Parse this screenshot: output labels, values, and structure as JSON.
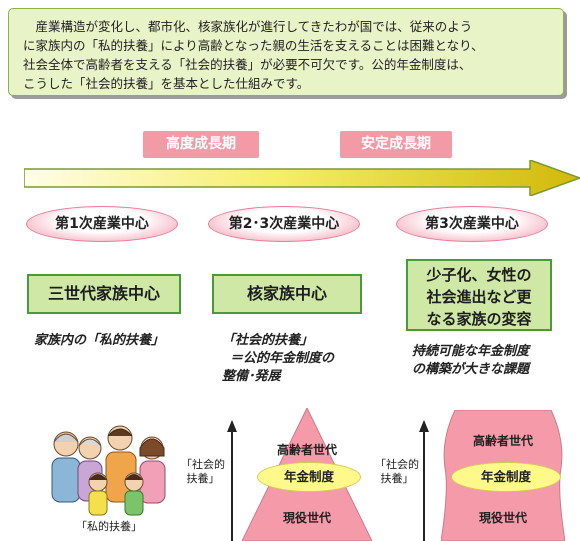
{
  "intro": {
    "lines": [
      "　産業構造が変化し、都市化、核家族化が進行してきたわが国では、従来のよう",
      "に家族内の「私的扶養」により高齢となった親の生活を支えることは困難となり、",
      "社会全体で高齢者を支える「社会的扶養」が必要不可欠です。公的年金制度は、",
      "こうした「社会的扶養」を基本とした仕組みです。"
    ]
  },
  "periods": [
    "高度成長期",
    "安定成長期"
  ],
  "eras": [
    {
      "industry": "第1次産業中心",
      "family": "三世代家族中心",
      "support_lines": [
        "家族内の「私的扶養」"
      ]
    },
    {
      "industry": "第2･3次産業中心",
      "family": "核家族中心",
      "support_lines": [
        "「社会的扶養」",
        "＝公的年金制度の",
        "整備･発展"
      ]
    },
    {
      "industry": "第3次産業中心",
      "family_lines": [
        "少子化、女性の",
        "社会進出など更",
        "なる家族の変容"
      ],
      "support_lines": [
        "持続可能な年金制度",
        "の構築が大きな課題"
      ]
    }
  ],
  "bottom": {
    "private_label": "「私的扶養」",
    "social_label_lines": [
      "「社会的",
      "扶養」"
    ],
    "elderly": "高齢者世代",
    "pension": "年金制度",
    "working": "現役世代"
  },
  "colors": {
    "intro_bg": "#e8f3c8",
    "period_pink": "#f39aa7",
    "box_green": "#cfe8a6",
    "pyramid_pink": "#f59aa8",
    "pension_yellow": "#fef98a"
  }
}
